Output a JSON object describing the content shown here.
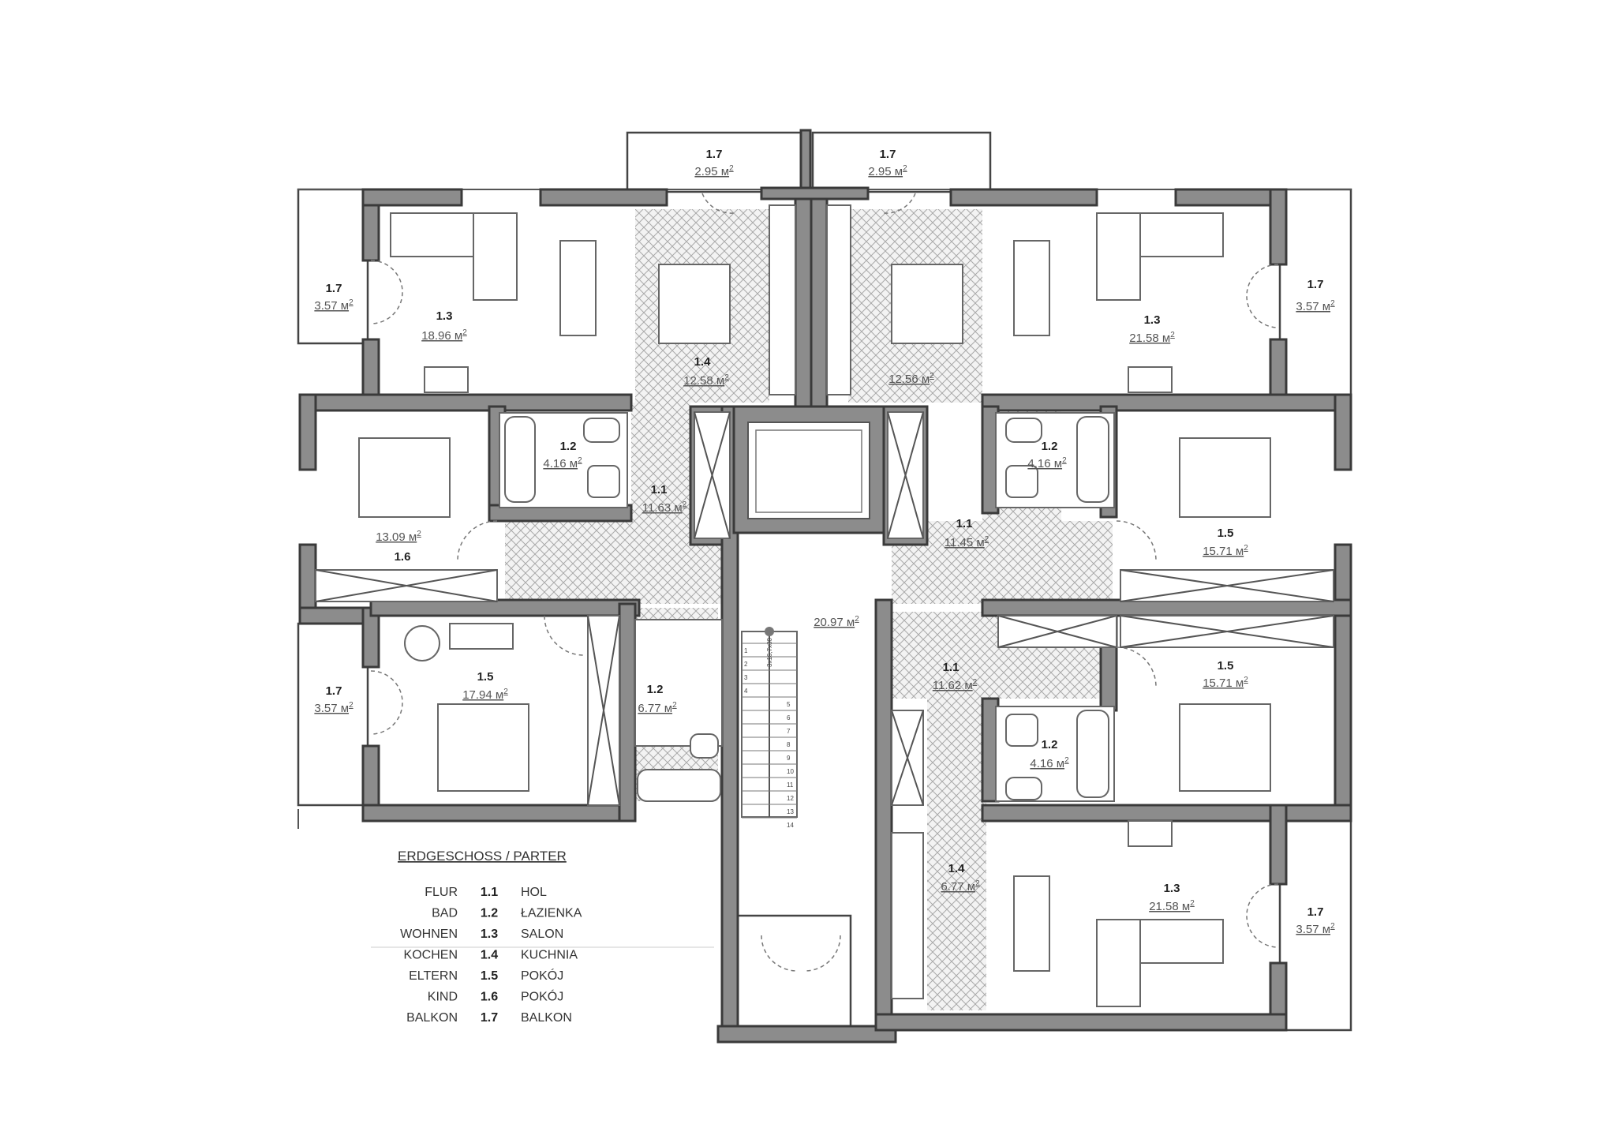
{
  "rooms": {
    "nw_balcony_top": {
      "num": "1.7",
      "area": "2.95 м",
      "sup": "2"
    },
    "ne_balcony_top": {
      "num": "1.7",
      "area": "2.95 м",
      "sup": "2"
    },
    "w_balcony_1": {
      "num": "1.7",
      "area": "3.57 м",
      "sup": "2"
    },
    "w_salon": {
      "num": "1.3",
      "area": "18.96 м",
      "sup": "2"
    },
    "w_kitchen": {
      "num": "1.4",
      "area": "12.58 м",
      "sup": "2"
    },
    "e_kitchen": {
      "num": "",
      "area": "12.56 м",
      "sup": "2"
    },
    "e_salon": {
      "num": "1.3",
      "area": "21.58 м",
      "sup": "2"
    },
    "e_balcony_1": {
      "num": "1.7",
      "area": "3.57 м",
      "sup": "2"
    },
    "w_bath_1": {
      "num": "1.2",
      "area": "4.16 м",
      "sup": "2"
    },
    "w_hall": {
      "num": "1.1",
      "area": "11.63 м",
      "sup": "2"
    },
    "w_child": {
      "num": "1.6",
      "area": "13.09 м",
      "sup": "2"
    },
    "e_bath_1": {
      "num": "1.2",
      "area": "4.16 м",
      "sup": "2"
    },
    "e_hall_1": {
      "num": "1.1",
      "area": "11.45 м",
      "sup": "2"
    },
    "e_parents_1": {
      "num": "1.5",
      "area": "15.71 м",
      "sup": "2"
    },
    "stair": {
      "num": "",
      "area": "20.97 м",
      "sup": "2"
    },
    "w_balcony_2": {
      "num": "1.7",
      "area": "3.57 м",
      "sup": "2"
    },
    "w_parents": {
      "num": "1.5",
      "area": "17.94 м",
      "sup": "2"
    },
    "w_bath_2": {
      "num": "1.2",
      "area": "6.77 м",
      "sup": "2"
    },
    "e_hall_2": {
      "num": "1.1",
      "area": "11.62 м",
      "sup": "2"
    },
    "e_parents_2": {
      "num": "1.5",
      "area": "15.71 м",
      "sup": "2"
    },
    "e_bath_2": {
      "num": "1.2",
      "area": "4.16 м",
      "sup": "2"
    },
    "e_kitchen_2": {
      "num": "1.4",
      "area": "6.77 м",
      "sup": "2"
    },
    "e_salon_2": {
      "num": "1.3",
      "area": "21.58 м",
      "sup": "2"
    },
    "e_balcony_2": {
      "num": "1.7",
      "area": "3.57 м",
      "sup": "2"
    }
  },
  "stair_steps": [
    "1",
    "2",
    "3",
    "4",
    "5",
    "6",
    "7",
    "8",
    "9",
    "10",
    "11",
    "12",
    "13",
    "14"
  ],
  "stair_note": "3x16,7x30",
  "legend": {
    "title": "ERDGESCHOSS / PARTER",
    "rows": [
      {
        "de": "FLUR",
        "num": "1.1",
        "pl": "HOL"
      },
      {
        "de": "BAD",
        "num": "1.2",
        "pl": "ŁAZIENKA"
      },
      {
        "de": "WOHNEN",
        "num": "1.3",
        "pl": "SALON"
      },
      {
        "de": "KOCHEN",
        "num": "1.4",
        "pl": "KUCHNIA"
      },
      {
        "de": "ELTERN",
        "num": "1.5",
        "pl": "POKÓJ"
      },
      {
        "de": "KIND",
        "num": "1.6",
        "pl": "POKÓJ"
      },
      {
        "de": "BALKON",
        "num": "1.7",
        "pl": "BALKON"
      }
    ]
  }
}
